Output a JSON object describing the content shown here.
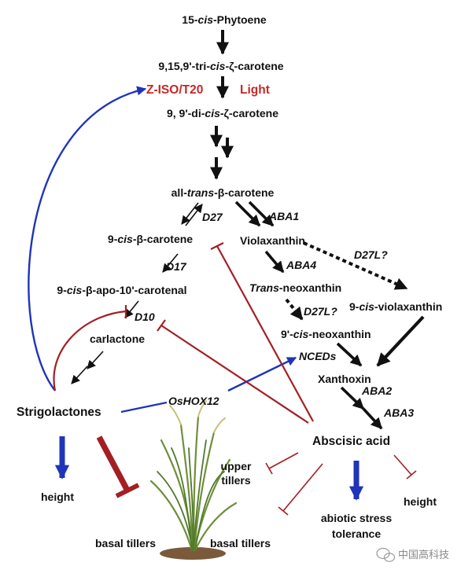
{
  "colors": {
    "black": "#111111",
    "red": "#a31f24",
    "blue": "#1f35b8",
    "red_text": "#c62828"
  },
  "nodes": {
    "phytoene": {
      "pre": "15-",
      "it": "cis",
      "post": "-Phytoene"
    },
    "tri_cis": {
      "pre": "9,15,9'-tri-",
      "it": "cis",
      "post": "-ζ-carotene"
    },
    "z_iso": "Z-ISO/T20",
    "light": "Light",
    "di_cis": {
      "pre": "9, 9'-di-",
      "it": "cis",
      "post": "-ζ-carotene"
    },
    "all_trans": {
      "pre": "all-",
      "it": "trans",
      "post": "-β-carotene"
    },
    "d27": "D27",
    "aba1": "ABA1",
    "nine_cis_beta": {
      "pre": "9-",
      "it": "cis",
      "post": "-β-carotene"
    },
    "violaxanthin": "Violaxanthin",
    "d27l_1": "D27L?",
    "aba4": "ABA4",
    "d17": "D17",
    "trans_neo": {
      "it": "Trans",
      "post": "-neoxanthin"
    },
    "apo": {
      "pre": "9-",
      "it": "cis",
      "post": "-β-apo-10'-carotenal"
    },
    "d27l_2": "D27L?",
    "nine_cis_viola": {
      "pre": "9-",
      "it": "cis",
      "post": "-violaxanthin"
    },
    "d10": "D10",
    "neo9": {
      "pre": "9'-",
      "it": "cis",
      "post": "-neoxanthin"
    },
    "carlactone": "carlactone",
    "nceds": "NCEDs",
    "xanthoxin": "Xanthoxin",
    "aba2": "ABA2",
    "oshox12": "OsHOX12",
    "aba3": "ABA3",
    "strigolactones": "Strigolactones",
    "abscisic": "Abscisic acid",
    "upper_tillers_1": "upper",
    "upper_tillers_2": "tillers",
    "height_left": "height",
    "height_right": "height",
    "abiotic_1": "abiotic stress",
    "abiotic_2": "tolerance",
    "basal_left": "basal tillers",
    "basal_right": "basal tillers"
  },
  "watermark": "中国高科技"
}
